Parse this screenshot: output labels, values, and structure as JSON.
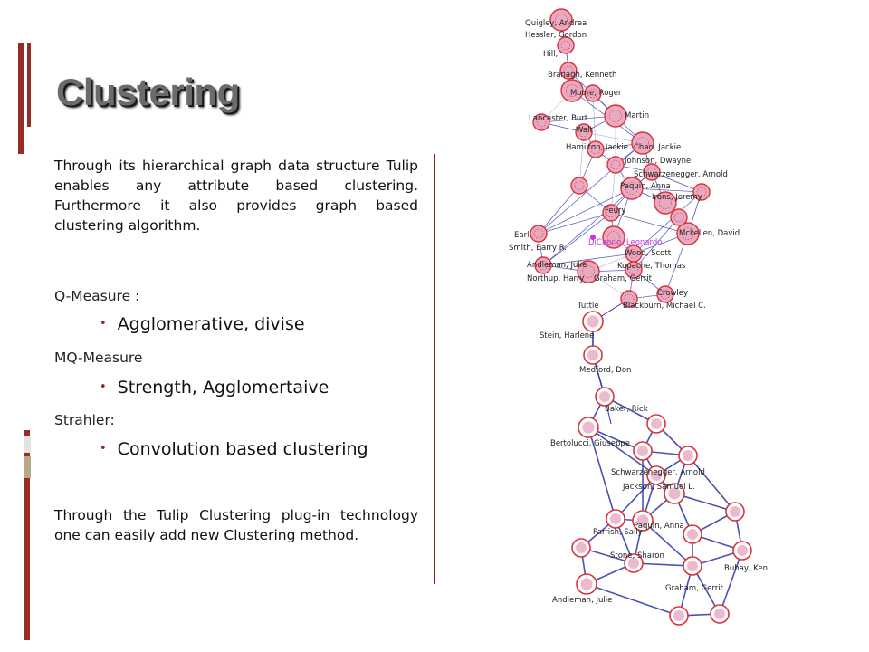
{
  "title": "Clustering",
  "intro_text": "Through its hierarchical graph data structure Tulip enables any attribute based clustering. Furthermore it also provides graph based clustering algorithm.",
  "sections": [
    {
      "label": "Q-Measure :",
      "bullet": "Agglomerative, divise"
    },
    {
      "label": "MQ-Measure",
      "bullet": "Strength, Agglomertaive"
    },
    {
      "label": "Strahler:",
      "bullet": "Convolution based clustering"
    }
  ],
  "outro_text": "Through the Tulip Clustering plug-in technology one can easily add new Clustering method.",
  "figure": {
    "top_labels": [
      "Quigley, Andrea",
      "Hessler, Gordon",
      "Hill,",
      "Branagh, Kenneth",
      "Moore, Roger",
      "Lancaster, Burt",
      "Martin",
      "Walt",
      "Hamilton, Jackie",
      "Chan, Jackie",
      "Johnson, Dwayne",
      "Schwarzenegger, Arnold",
      "Paquin, Anna",
      "Irons, Jeremy",
      "Feury",
      "Mckellen, David",
      "Earl,",
      "Smith, Barry R.",
      "DiCaprio, Leonardo",
      "Wood, Scott",
      "Andleman, Julie",
      "Kopache, Thomas",
      "Northup, Harry",
      "Graham, Gerrit",
      "Crowley",
      "Tuttle",
      "Blackburn, Michael C."
    ],
    "bottom_labels": [
      "Stein, Harlene",
      "Medford, Don",
      "Baker, Rick",
      "Bertolucci, Giuseppe",
      "Schwarzenegger, Arnold",
      "Jackson, Samuel L.",
      "Parrish, Sally",
      "Paquin, Anna",
      "Stone, Sharon",
      "Buhay, Ken",
      "Graham, Gerrit",
      "Andleman, Julie"
    ],
    "colors": {
      "edge": "#2c33a6",
      "node_ring": "#d9343a",
      "node_fill": "#e9a9c0",
      "highlight": "#c035e0"
    }
  }
}
